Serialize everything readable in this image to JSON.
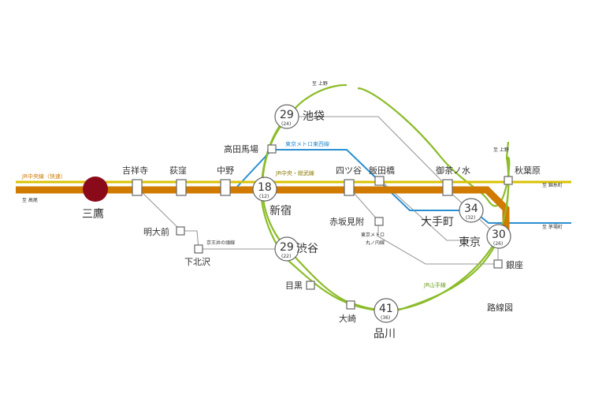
{
  "colors": {
    "chuo_rapid": "#d07a00",
    "chuo_sobu": "#d9c200",
    "tozai": "#2a8fd0",
    "yamanote": "#8cbc2a",
    "branch_gray": "#9a9a9a",
    "origin": "#8b0a1a"
  },
  "lines": {
    "chuo_rapid": "JR中央線（快速）",
    "chuo_sobu": "JR中央・総武線",
    "tozai": "東京メトロ東西線",
    "keio_inokashira": "京王井の頭線",
    "marunouchi": "東京メトロ\n丸ノ内線",
    "yamanote": "JR山手線"
  },
  "origin": {
    "name": "三鷹"
  },
  "destinations": {
    "takao": "至 高尾",
    "nishifunabashi": "至 錦糸町",
    "kayabacho": "至 茅場町",
    "ueno_top": "至 上野",
    "ueno_right": "至 上野"
  },
  "stations": {
    "kichijoji": "吉祥寺",
    "ogikubo": "荻窪",
    "nakano": "中野",
    "shinjuku": "新宿",
    "yotsuya": "四ツ谷",
    "iidabashi": "飯田橋",
    "ochanomizu": "御茶ノ水",
    "akihabara": "秋葉原",
    "takadanobaba": "高田馬場",
    "ikebukuro": "池袋",
    "otemachi": "大手町",
    "tokyo": "東京",
    "ginza": "銀座",
    "akasakamitsuke": "赤坂見附",
    "meidaimae": "明大前",
    "shimokitazawa": "下北沢",
    "shibuya": "渋谷",
    "meguro": "目黒",
    "osaki": "大崎",
    "shinagawa": "品川"
  },
  "times": {
    "ikebukuro": {
      "min": "29",
      "alt": "(24)"
    },
    "shinjuku": {
      "min": "18",
      "alt": "(12)"
    },
    "otemachi": {
      "min": "34",
      "alt": "(32)"
    },
    "tokyo": {
      "min": "30",
      "alt": "(26)"
    },
    "shibuya": {
      "min": "29",
      "alt": "(22)"
    },
    "shinagawa": {
      "min": "41",
      "alt": "(36)"
    }
  },
  "caption": "路線図"
}
